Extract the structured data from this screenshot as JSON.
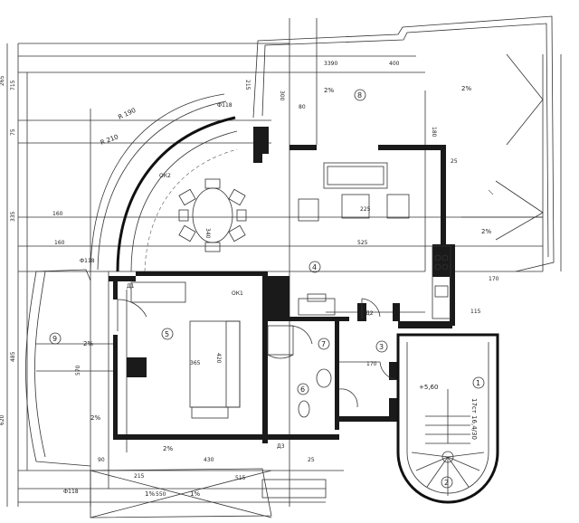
{
  "plan": {
    "rooms": [
      {
        "id": "1",
        "label": "1"
      },
      {
        "id": "2",
        "label": "2"
      },
      {
        "id": "3",
        "label": "3"
      },
      {
        "id": "4",
        "label": "4"
      },
      {
        "id": "5",
        "label": "5"
      },
      {
        "id": "6",
        "label": "6"
      },
      {
        "id": "7",
        "label": "7"
      },
      {
        "id": "8",
        "label": "8"
      },
      {
        "id": "9",
        "label": "9"
      }
    ],
    "level_mark": "+5,60",
    "stair_note": "17ст 16,4/30",
    "radius_outer": "R 210",
    "radius_inner": "R 190",
    "slope_labels": [
      "2%",
      "2%",
      "2%",
      "2%",
      "2%",
      "1%",
      "1%",
      "2%"
    ],
    "dims_top": [
      "3390",
      "400",
      "215",
      "300",
      "80",
      "180",
      "25"
    ],
    "dims_left": [
      "265",
      "715",
      "75",
      "335",
      "160",
      "485",
      "570",
      "620"
    ],
    "dims_mid": [
      "525",
      "160",
      "340",
      "225",
      "365",
      "420",
      "170",
      "115",
      "170"
    ],
    "dims_bottom": [
      "430",
      "215",
      "550",
      "515",
      "90",
      "25"
    ],
    "marks": [
      "Ф118",
      "Ф118",
      "Ф118",
      "Д1",
      "Д2",
      "Д3",
      "ОК1",
      "ОК2"
    ]
  }
}
